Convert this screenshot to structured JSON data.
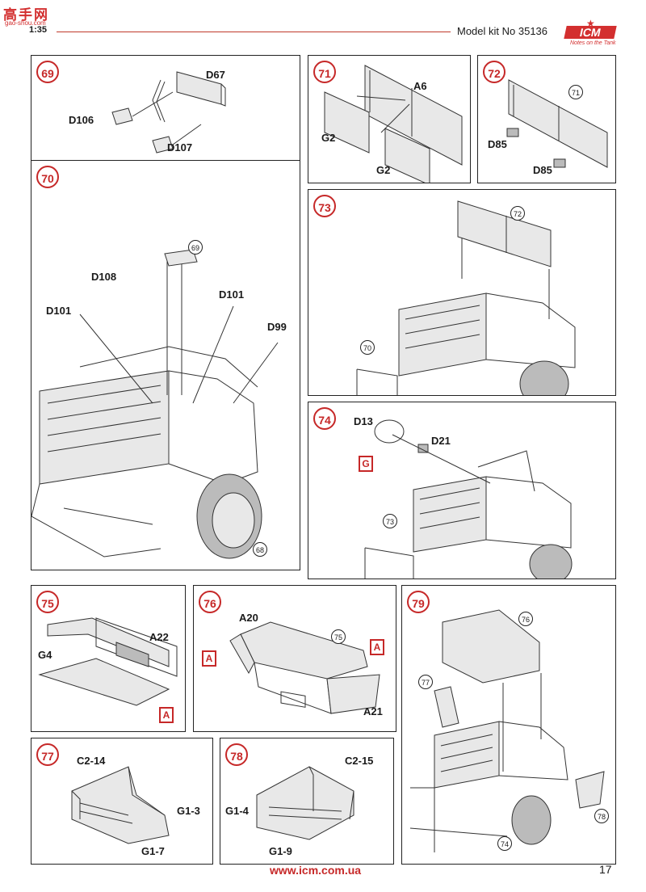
{
  "header": {
    "scale": "1:35",
    "model": "Model kit No 35136",
    "site_logo": "高手网",
    "site_sub": "gao-shou.com",
    "brand": "ICM",
    "brand_slogan": "Notes on the Tank"
  },
  "footer": {
    "url": "www.icm.com.ua",
    "page": "17"
  },
  "steps": {
    "s69": {
      "num": "69",
      "labels": [
        "D67",
        "D106",
        "D107"
      ]
    },
    "s70": {
      "num": "70",
      "labels": [
        "D108",
        "D101",
        "D101",
        "D99"
      ],
      "refs": [
        "69",
        "68"
      ]
    },
    "s71": {
      "num": "71",
      "labels": [
        "A6",
        "G2",
        "G2"
      ]
    },
    "s72": {
      "num": "72",
      "labels": [
        "D85",
        "D85"
      ],
      "refs": [
        "71"
      ]
    },
    "s73": {
      "num": "73",
      "refs": [
        "72",
        "70"
      ]
    },
    "s74": {
      "num": "74",
      "labels": [
        "D13",
        "D21"
      ],
      "refs": [
        "73"
      ],
      "marks": [
        "G"
      ]
    },
    "s75": {
      "num": "75",
      "labels": [
        "A22",
        "G4"
      ],
      "marks": [
        "A"
      ]
    },
    "s76": {
      "num": "76",
      "labels": [
        "A20",
        "A21"
      ],
      "refs": [
        "75"
      ],
      "marks": [
        "A",
        "A"
      ]
    },
    "s77": {
      "num": "77",
      "labels": [
        "C2-14",
        "G1-3",
        "G1-7"
      ]
    },
    "s78": {
      "num": "78",
      "labels": [
        "C2-15",
        "G1-4",
        "G1-9"
      ]
    },
    "s79": {
      "num": "79",
      "refs": [
        "76",
        "77",
        "78",
        "74"
      ]
    }
  }
}
